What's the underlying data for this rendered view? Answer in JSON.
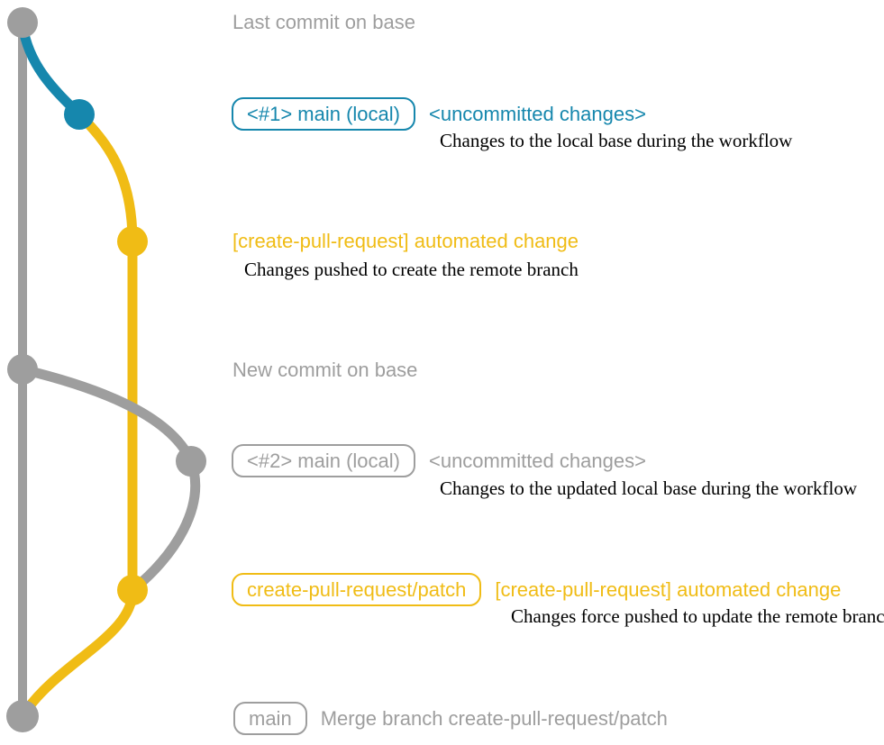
{
  "colors": {
    "gray": "#9E9E9E",
    "teal": "#1687AD",
    "yellow": "#F0BC15",
    "caption": "#000000"
  },
  "labels": {
    "last_commit_on_base": "Last commit on base",
    "new_commit_on_base": "New commit on base",
    "row_uncommitted_1": {
      "badge": "<#1> main (local)",
      "title": "<uncommitted changes>",
      "caption": "Changes to the local base during the workflow"
    },
    "row_automated_1": {
      "title": "[create-pull-request] automated change",
      "caption": "Changes pushed to create the remote branch"
    },
    "row_uncommitted_2": {
      "badge": "<#2> main (local)",
      "title": "<uncommitted changes>",
      "caption": "Changes to the updated local base during the workflow"
    },
    "row_automated_2": {
      "badge": "create-pull-request/patch",
      "title": "[create-pull-request] automated change",
      "caption": "Changes force pushed to update the remote branch"
    },
    "row_merge": {
      "badge": "main",
      "title": "Merge branch create-pull-request/patch"
    }
  }
}
